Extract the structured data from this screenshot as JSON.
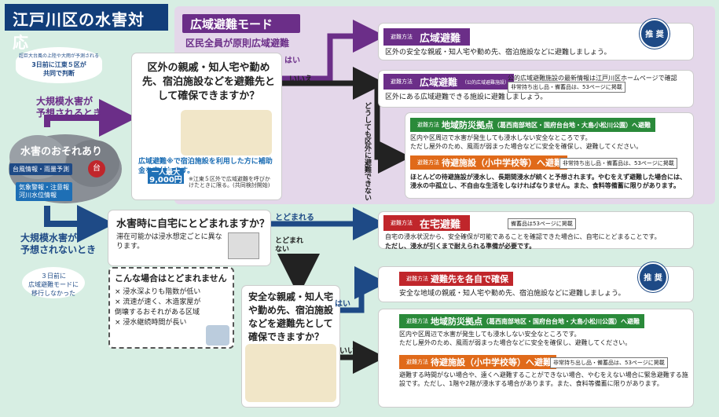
{
  "header": {
    "title": "江戸川区の水害対応"
  },
  "flood_mode": {
    "badge": "広域避難モード",
    "sub": "区民全員が原則広域避難"
  },
  "bubble_top": {
    "line1": "超巨大台風の上陸や大雨が予測される",
    "line2": "3日前に江東５区が",
    "line3": "共同で判断"
  },
  "case_large": {
    "line1": "大規模水害が",
    "line2": "予想されるとき"
  },
  "case_not_large": {
    "line1": "大規模水害が",
    "line2": "予想されないとき"
  },
  "bubble_bottom": {
    "line1": "３日前に",
    "line2": "広域避難モードに",
    "line3": "移行しなかった"
  },
  "risk": {
    "label": "水害のおそれあり",
    "chip1": "台風情報・雨量予測",
    "chip2": "気象警報・注意報\n河川水位情報",
    "badge": "台"
  },
  "q1": {
    "text": "区外の親戚・知人宅や勤め先、宿泊施設などを避難先として確保できますか？",
    "sub": "広域避難※で宿泊施設を利用した方に補助金を交付します。",
    "money_label": "一人最大",
    "money_value": "9,000円",
    "note": "※江東５区外で広域避難を呼びかけたときに限る。(共同検討開始)"
  },
  "answers": {
    "yes": "はい",
    "no": "いいえ",
    "stay": "とどまれる",
    "cannot_stay": "とどまれない",
    "cannot_evacuate": "どうしても区外に避難できない"
  },
  "recommend": "推 奨",
  "r1": {
    "tag": "避難方法",
    "title": "広域避難",
    "text": "区外の安全な親戚・知人宅や勤め先、宿泊施設などに避難しましょう。"
  },
  "r2": {
    "tag": "避難方法",
    "title": "広域避難",
    "subtitle": "（公的広域避難施設）",
    "info": "公的広域避難施設の最新情報は江戸川区ホームページで確認",
    "ref": "非常持ち出し品・備蓄品は、53ページに掲載",
    "text": "区外にある広域避難できる施設に避難しましょう。"
  },
  "r3": {
    "tag1": "避難方法",
    "title1": "地域防災拠点",
    "title1_sub": "（葛西南部地区・国府台台地・大島小松川公園）へ避難",
    "text1": "区内や区周辺で水害が発生しても浸水しない安全なところです。",
    "text1b": "ただし屋外のため、風雨が弱まった場合などに安全を確保し、避難してください。",
    "tag2": "避難方法",
    "title2": "待避施設（小中学校等）へ避難",
    "ref2": "非常持ち出し品・備蓄品は、53ページに掲載",
    "text2": "ほとんどの待避施設が浸水し、長期間浸水が続くと予想されます。やむをえず避難した場合には、浸水の中孤立し、不自由な生活をしなければなりません。また、食料等備蓄に限りがあります。"
  },
  "q2": {
    "text": "水害時に自宅にとどまれますか？",
    "sub": "滞在可能かは浸水想定ごとに異なります。"
  },
  "stay_box": {
    "title": "こんな場合はとどまれません",
    "items": [
      "浸水深よりも階数が低い",
      "流速が速く、木造家屋が倒壊するおそれがある区域",
      "浸水継続時間が長い"
    ]
  },
  "r4": {
    "tag": "避難方法",
    "title": "在宅避難",
    "ref": "備蓄品は53ページに掲載",
    "text": "自宅の浸水状況から、安全確保が可能であることを確認できた場合に、自宅にとどまることです。",
    "text2": "ただし、浸水が引くまで耐えられる準備が必要です。"
  },
  "q3": {
    "text": "安全な親戚・知人宅や勤め先、宿泊施設などを避難先として確保できますか？"
  },
  "r5": {
    "tag": "避難方法",
    "title": "避難先を各自で確保",
    "text": "安全な地域の親戚・知人宅や勤め先、宿泊施設などに避難しましょう。"
  },
  "r6": {
    "tag1": "避難方法",
    "title1": "地域防災拠点",
    "title1_sub": "（葛西南部地区・国府台台地・大島小松川公園）へ避難",
    "text1": "区内や区周辺で水害が発生しても浸水しない安全なところです。",
    "text1b": "ただし屋外のため、風雨が弱まった場合などに安全を確保し、避難してください。",
    "tag2": "避難方法",
    "title2": "待避施設（小中学校等）へ避難",
    "ref2": "非常持ち出し品・備蓄品は、53ページに掲載",
    "text2": "避難する時間がない場合や、遠くへ避難することができない場合、やむをえない場合に緊急避難する施設です。ただし、1階や2階が浸水する場合があります。また、食料等備蓄に限りがあります。"
  },
  "colors": {
    "purple": "#6b2e88",
    "navy": "#123e7a",
    "blue": "#1e6fb5",
    "red": "#c0262b",
    "green": "#2a8a3a",
    "orange": "#e06a1a"
  }
}
